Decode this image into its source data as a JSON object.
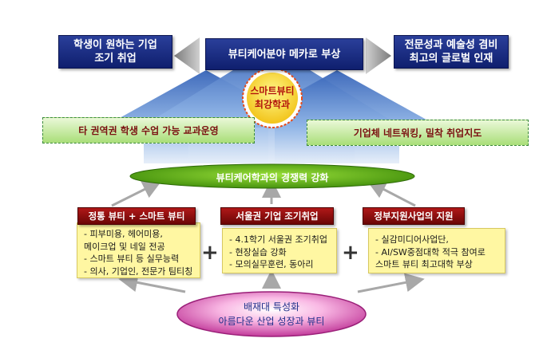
{
  "top": {
    "left": [
      "학생이 원하는 기업",
      "조기 취업"
    ],
    "center": "뷰티케어분야 메카로 부상",
    "right": [
      "전문성과 예술성 겸비",
      "최고의 글로벌 인재"
    ]
  },
  "badge": [
    "스마트뷰티",
    "최강학과"
  ],
  "green_left": "타 권역권 학생 수업 가능 교과운영",
  "green_right": "기업체 네트워킹, 밀착 취업지도",
  "ellipse_mid": "뷰티케어학과의 경쟁력 강화",
  "pillars": [
    {
      "title": "정통 뷰티 + 스마트 뷰티",
      "items": [
        "- 피부미용, 헤어미용,",
        "메이크업 및 네일 전공",
        "- 스마트 뷰티 등 실무능력",
        "- 의사, 기업인, 전문가 팀티칭"
      ]
    },
    {
      "title": "서울권 기업 조기취업",
      "items": [
        "- 4.1학기 서울권 조기취업",
        "- 현장실습 강화",
        "- 모의실무훈련, 동아리"
      ]
    },
    {
      "title": "정부지원사업의 지원",
      "items": [
        "- 실감미디어사업단,",
        "- AI/SW중점대학 적극 참여로",
        "스마트 뷰티 최고대학 부상"
      ]
    }
  ],
  "plus": "+",
  "bottom": [
    "배재대 특성화",
    "아름다운 산업 성장과 뷰티"
  ],
  "colors": {
    "navy": "#1a2c85",
    "red": "#8c0c0c",
    "yellow": "#fff7a2",
    "green": "#9bd46a",
    "arrow_blue": "#4a7ec8"
  }
}
